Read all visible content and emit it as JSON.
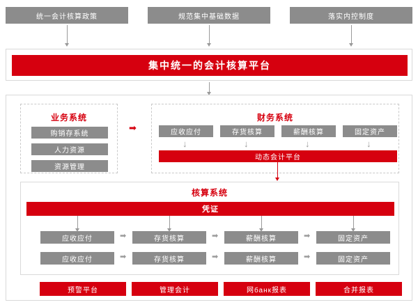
{
  "top_row": [
    {
      "label": "统一会计核算政策"
    },
    {
      "label": "规范集中基础数据"
    },
    {
      "label": "落实内控制度"
    }
  ],
  "platform": {
    "label": "集中统一的会计核算平台"
  },
  "business_system": {
    "title": "业务系统",
    "items": [
      {
        "label": "购销存系统"
      },
      {
        "label": "人力资源"
      },
      {
        "label": "资源管理"
      }
    ]
  },
  "finance_system": {
    "title": "财务系统",
    "items": [
      {
        "label": "应收应付"
      },
      {
        "label": "存货核算"
      },
      {
        "label": "薪酬核算"
      },
      {
        "label": "固定资产"
      }
    ],
    "platform_label": "动态会计平台"
  },
  "accounting_system": {
    "title": "核算系统",
    "voucher_label": "凭证",
    "row1": [
      {
        "label": "应收应付"
      },
      {
        "label": "存货核算"
      },
      {
        "label": "薪酬核算"
      },
      {
        "label": "固定资产"
      }
    ],
    "row2": [
      {
        "label": "应收应付"
      },
      {
        "label": "存货核算"
      },
      {
        "label": "薪酬核算"
      },
      {
        "label": "固定资产"
      }
    ]
  },
  "bottom_row": [
    {
      "label": "预警平台"
    },
    {
      "label": "管理会计"
    },
    {
      "label": "网банк报表"
    },
    {
      "label": "合并报表"
    }
  ],
  "icons": {
    "down_arrow": "↓",
    "right_arrow": "➡"
  },
  "colors": {
    "accent_red": "#d6000f",
    "box_gray": "#8c8c8c",
    "border_gray": "#d9d9d9"
  }
}
